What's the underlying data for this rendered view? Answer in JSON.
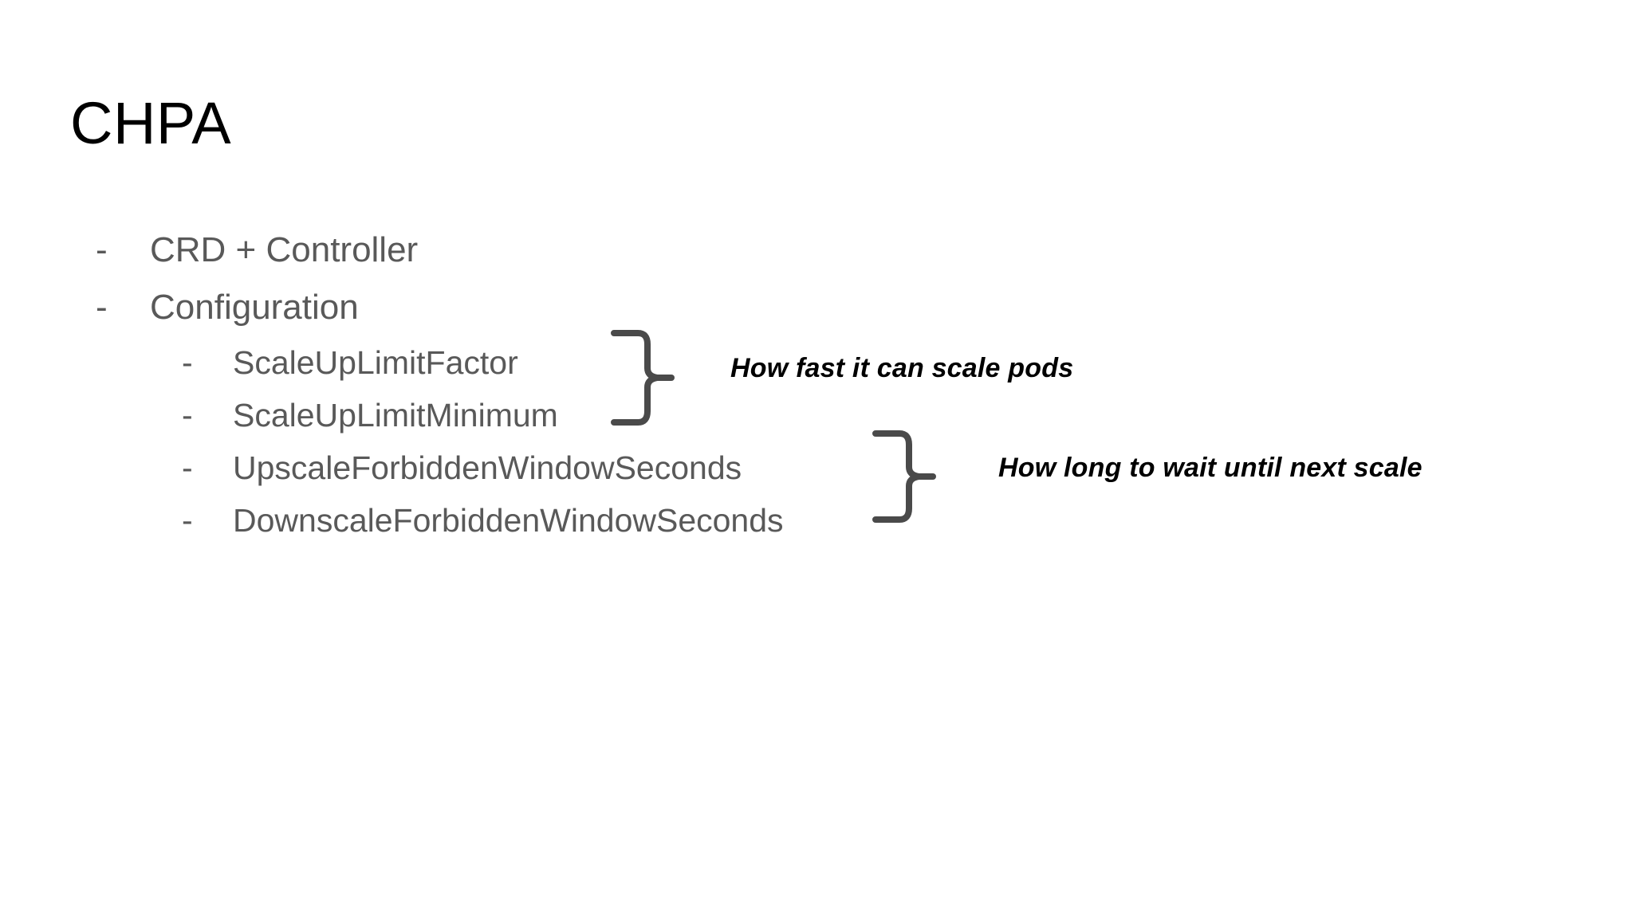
{
  "slide": {
    "title": "CHPA",
    "background_color": "#ffffff",
    "title_color": "#000000",
    "body_text_color": "#595959",
    "brace_color": "#4a4a4a",
    "annotation_color": "#000000"
  },
  "outline": [
    {
      "level": 1,
      "bullet": "-",
      "text": "CRD + Controller"
    },
    {
      "level": 1,
      "bullet": "-",
      "text": "Configuration"
    },
    {
      "level": 2,
      "bullet": "-",
      "text": "ScaleUpLimitFactor"
    },
    {
      "level": 2,
      "bullet": "-",
      "text": "ScaleUpLimitMinimum"
    },
    {
      "level": 2,
      "bullet": "-",
      "text": "UpscaleForbiddenWindowSeconds"
    },
    {
      "level": 2,
      "bullet": "-",
      "text": "DownscaleForbiddenWindowSeconds"
    }
  ],
  "annotations": [
    {
      "id": "annotation-1",
      "text": "How fast it can scale pods",
      "groups": [
        "ScaleUpLimitFactor",
        "ScaleUpLimitMinimum"
      ]
    },
    {
      "id": "annotation-2",
      "text": "How long to wait until next scale",
      "groups": [
        "UpscaleForbiddenWindowSeconds",
        "DownscaleForbiddenWindowSeconds"
      ]
    }
  ]
}
